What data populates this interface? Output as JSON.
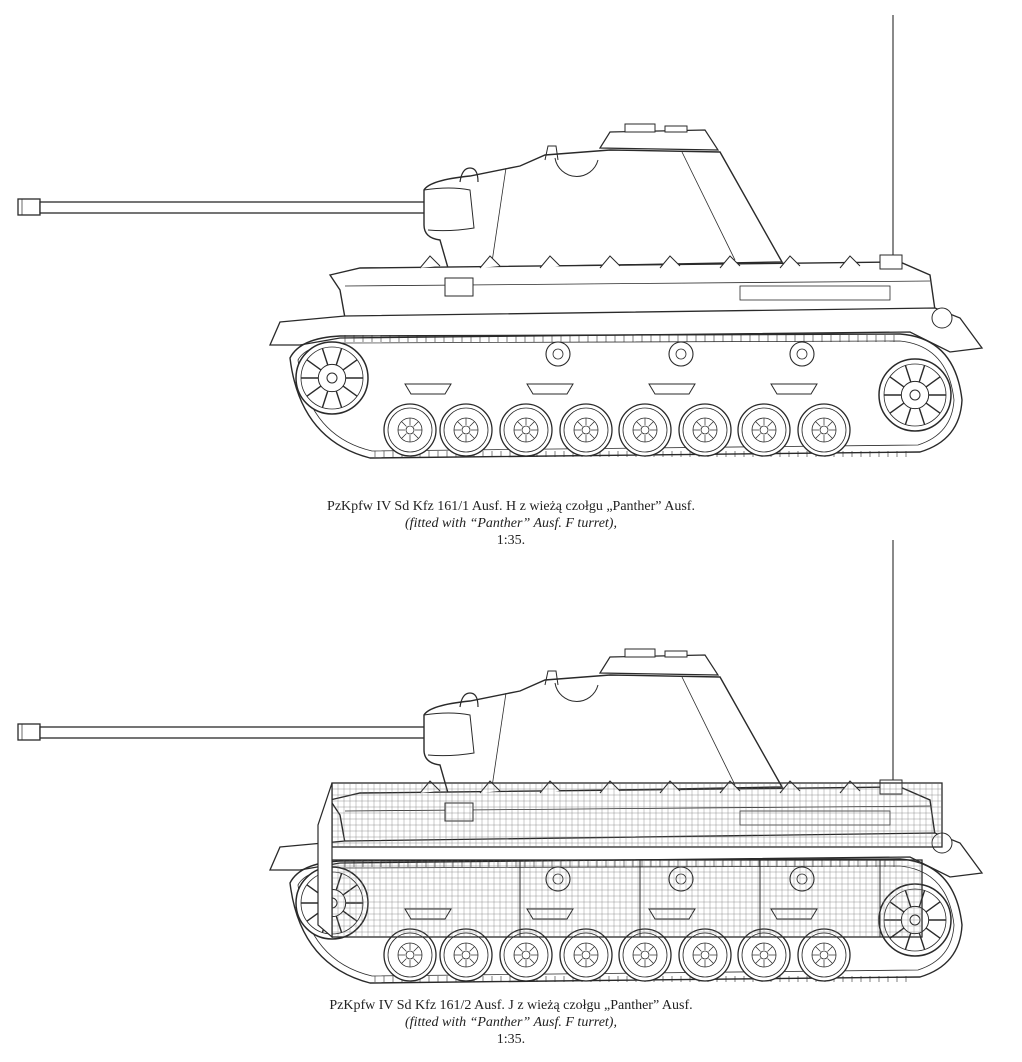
{
  "figures": [
    {
      "caption_line1": "PzKpfw IV Sd Kfz 161/1 Ausf. H z wieżą czołgu „Panther” Ausf.",
      "caption_line2": "(fitted with “Panther” Ausf. F turret),",
      "caption_line3": "1:35.",
      "variant": "without-schurzen"
    },
    {
      "caption_line1": "PzKpfw IV Sd Kfz 161/2 Ausf. J z wieżą czołgu „Panther” Ausf.",
      "caption_line2": "(fitted with “Panther” Ausf. F turret),",
      "caption_line3": "1:35.",
      "variant": "with-mesh-schurzen"
    }
  ],
  "colors": {
    "line": "#2a2a2a",
    "paper": "#ffffff",
    "mesh": "#6a6a6a"
  }
}
